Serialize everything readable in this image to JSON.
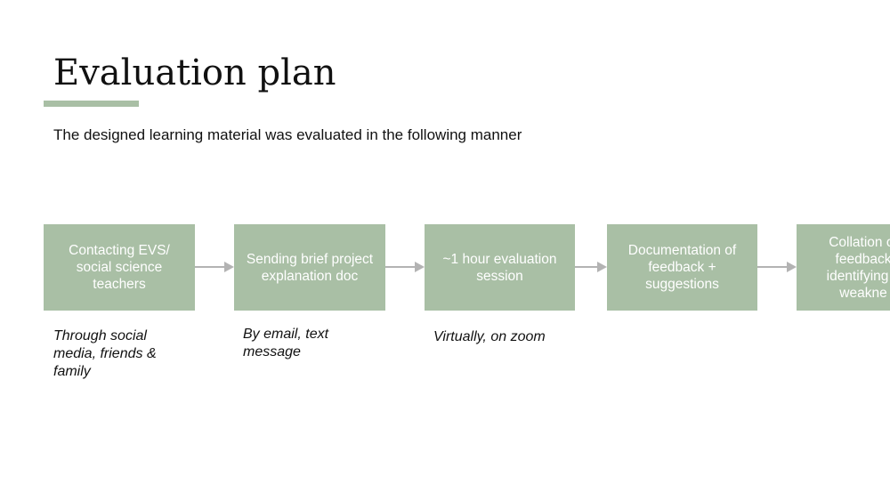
{
  "slide": {
    "title": "Evaluation plan",
    "subtitle": "The designed learning material was evaluated in the following manner",
    "accent_color": "#a9bfa5",
    "box_fill_color": "#a9bfa5",
    "box_text_color": "#ffffff",
    "arrow_color": "#b3b3b3"
  },
  "steps": [
    {
      "label": "Contacting EVS/ social science teachers"
    },
    {
      "label": "Sending brief project explanation doc"
    },
    {
      "label": "~1 hour evaluation session"
    },
    {
      "label": "Documentation of feedback + suggestions"
    },
    {
      "label": "Collation of feedback identifying a weakne"
    }
  ],
  "notes": [
    "Through social media, friends & family",
    "By email, text message",
    "Virtually, on zoom"
  ]
}
